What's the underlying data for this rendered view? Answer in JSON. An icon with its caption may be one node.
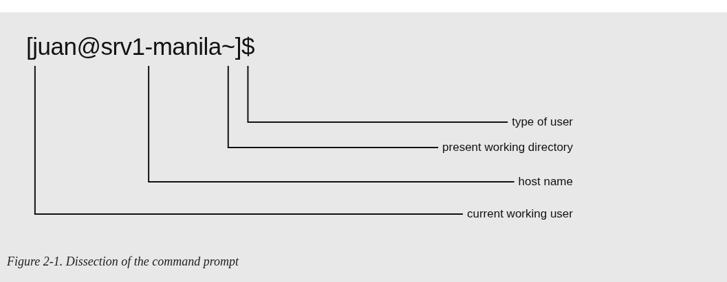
{
  "diagram": {
    "caption": "Figure 2-1. Dissection of the command prompt",
    "nodes": [
      {
        "text": [
          "type of user"
        ]
      },
      {
        "text": [
          "present working directory"
        ]
      },
      {
        "text": [
          "host name"
        ]
      },
      {
        "text": [
          "current working user"
        ]
      }
    ],
    "edges": [
      {
        "from": 0,
        "to": null,
        "arrow": "none"
      },
      {
        "from": 1,
        "to": null,
        "arrow": "none"
      },
      {
        "from": 2,
        "to": null,
        "arrow": "none"
      },
      {
        "from": 3,
        "to": null,
        "arrow": "none"
      }
    ],
    "labels": [
      "[juan@srv1-manila~]$"
    ]
  }
}
